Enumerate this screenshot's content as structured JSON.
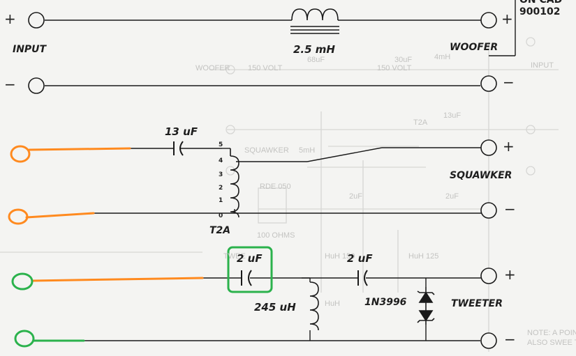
{
  "corner_note": {
    "line1": "ON CAD",
    "line2": "900102"
  },
  "input_label": "INPUT",
  "woofer": {
    "label": "WOOFER",
    "inductor": "2.5 mH"
  },
  "squawker": {
    "label": "SQUAWKER",
    "capacitor": "13 uF",
    "autotransformer": "T2A",
    "taps": [
      "5",
      "4",
      "3",
      "2",
      "1",
      "0"
    ]
  },
  "tweeter": {
    "label": "TWEETER",
    "cap1": "2 uF",
    "cap2": "2 uF",
    "inductor": "245 uH",
    "diode": "1N3996"
  },
  "signs": {
    "plus": "+",
    "minus": "−"
  },
  "ghost_text": [
    "WOOFER",
    "150 VOLT",
    "150 VOLT",
    "68uF",
    "30uF",
    "INPUT",
    "4mH",
    "13uF",
    "T2A",
    "SQUAWKER",
    "5mH",
    "RDE 050",
    "100 OHMS",
    "2uF",
    "2uF",
    "TWEE",
    "HuH 150",
    "HuH 125",
    "HuH",
    "NOTE: A POINT BROKEN STRIP",
    "ALSO SWEE THE OUTPUT SWEEP RANGE"
  ]
}
